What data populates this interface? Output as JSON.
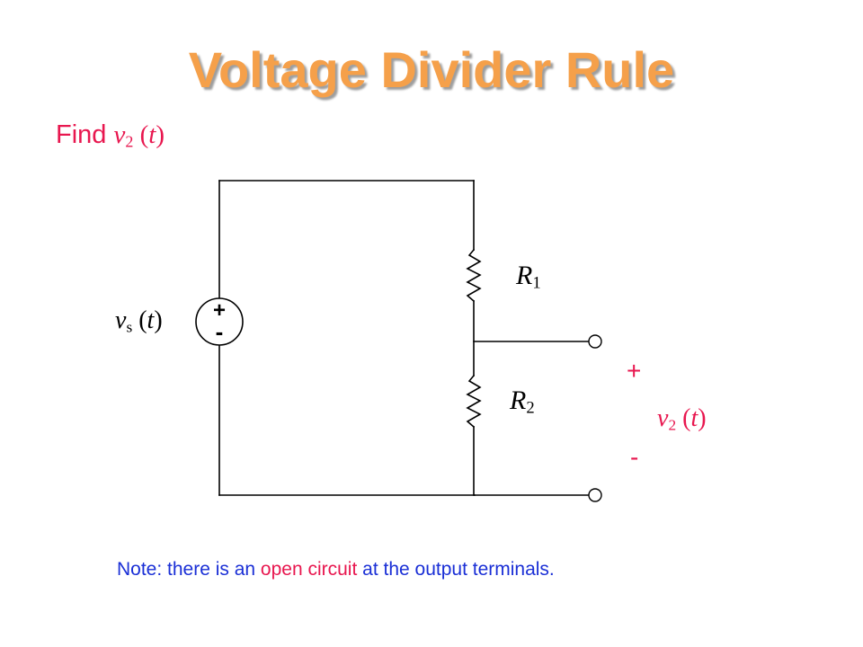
{
  "title": "Voltage Divider Rule",
  "prompt": {
    "word": "Find",
    "var": "v",
    "sub": "2",
    "arg_open": "(",
    "arg": "t",
    "arg_close": ")"
  },
  "source": {
    "var": "v",
    "sub": "s",
    "arg_open": "(",
    "arg": "t",
    "arg_close": ")",
    "plus": "+",
    "minus": "-"
  },
  "resistors": [
    {
      "var": "R",
      "sub": "1"
    },
    {
      "var": "R",
      "sub": "2"
    }
  ],
  "output": {
    "plus": "+",
    "minus": "-",
    "var": "v",
    "sub": "2",
    "arg_open": "(",
    "arg": "t",
    "arg_close": ")"
  },
  "note": {
    "before": "Note: there is an ",
    "highlight": "open circuit",
    "after": " at the output terminals."
  },
  "colors": {
    "title": "#f5a04a",
    "accent_red": "#e8174f",
    "note_blue": "#1a2fd6",
    "wire": "#000000"
  }
}
